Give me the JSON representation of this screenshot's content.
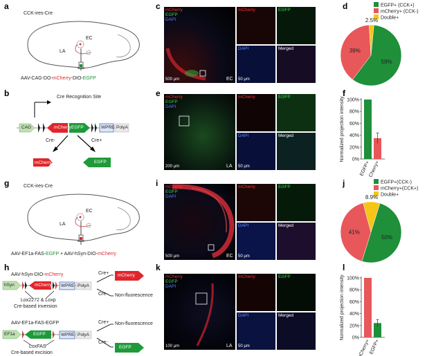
{
  "labels": {
    "a": "a",
    "b": "b",
    "c": "c",
    "d": "d",
    "e": "e",
    "f": "f",
    "g": "g",
    "h": "h",
    "i": "i",
    "j": "j",
    "k": "k",
    "l": "l"
  },
  "colors": {
    "green": "#1f8f3a",
    "red": "#e8575a",
    "yellow": "#f5c518",
    "mcherry": "#ff2a2a",
    "egfp": "#32e84a",
    "dapi": "#4a72ff"
  },
  "panel_a": {
    "mouse": "CCK-ires-Cre",
    "ec": "EC",
    "la": "LA",
    "virus_prefix": "AAV-CAG-DO-",
    "virus_mcherry": "mCherry",
    "virus_mid": "-DIO-",
    "virus_egfp": "EGFP"
  },
  "panel_b": {
    "site": "Cre Recognition Site",
    "cag": "CAG",
    "mcherry": "mCherry",
    "egfp": "EGFP",
    "wpre": "WPRE",
    "polya": "PolyA",
    "cre_minus": "Cre-",
    "cre_plus": "Cre+",
    "out_mcherry": "mCherry",
    "out_egfp": "EGFP"
  },
  "panel_c": {
    "ch_mcherry": "mCherry",
    "ch_egfp": "EGFP",
    "ch_dapi": "DAPI",
    "sub_mcherry": "mCherry",
    "sub_egfp": "EGFP",
    "sub_dapi": "DAPI",
    "sub_merged": "Merged",
    "scale_main": "500 µm",
    "scale_sub": "50 µm",
    "region": "EC"
  },
  "panel_e": {
    "ch_mcherry": "mCherry",
    "ch_egfp": "EGFP",
    "ch_dapi": "DAPI",
    "sub_mcherry": "mCherry",
    "sub_egfp": "EGFP",
    "sub_dapi": "DAPI",
    "sub_merged": "Merged",
    "scale_main": "200 µm",
    "scale_sub": "50 µm",
    "region": "LA"
  },
  "panel_g": {
    "mouse": "CCK-ires-Cre",
    "ec": "EC",
    "la": "LA",
    "v1": "AAV-EF1a-FAS-",
    "v1_egfp": "EGFP",
    "v2": " + AAV-hSyn-DIO-",
    "v2_mcherry": "mCherry"
  },
  "panel_h": {
    "c1_title": "AAV-hSyn-DIO-",
    "c1_title_red": "mCherry",
    "hsyn": "hSyn",
    "mcherry": "mCherry",
    "wpre": "WPRE",
    "polya": "PolyA",
    "c1_note1": "Lox2272 & Loxp",
    "c1_note2": "Cre-based inversion",
    "c1_plus": "Cre+",
    "c1_minus": "Cre-",
    "c1_out_plus": "mCherry",
    "c1_out_minus": "Non-fluorescence",
    "c2_title": "AAV-EF1a-FAS-EGFP",
    "ef1a": "EF1a",
    "egfp": "EGFP",
    "wpre2": "WPRE",
    "polya2": "PolyA",
    "c2_note1": "LoxFAS",
    "c2_note2": "Cre-based excision",
    "c2_plus": "Cre+",
    "c2_minus": "Cre-",
    "c2_out_plus": "Non-fluorescence",
    "c2_out_minus": "EGFP"
  },
  "panel_i": {
    "ch_mcherry": "mCherry",
    "ch_egfp": "EGFP",
    "ch_dapi": "DAPI",
    "sub_mcherry": "mCherry",
    "sub_egfp": "EGFP",
    "sub_dapi": "DAPI",
    "sub_merged": "Merged",
    "scale_main": "500 µm",
    "scale_sub": "50 µm",
    "region": "EC"
  },
  "panel_k": {
    "ch_mcherry": "mCherry",
    "ch_egfp": "EGFP",
    "ch_dapi": "DAPI",
    "sub_mcherry": "mCherry",
    "sub_egfp": "EGFP",
    "sub_dapi": "DAPI",
    "sub_merged": "Merged",
    "scale_main": "100 µm",
    "scale_sub": "50 µm",
    "region": "LA"
  },
  "chart_data": [
    {
      "id": "d",
      "type": "pie",
      "legend": [
        "EGFP+ (CCK+)",
        "mCherry+ (CCK-)",
        "Double+"
      ],
      "values": [
        59,
        39,
        2.5
      ],
      "labels": [
        "59%",
        "39%",
        "2.5%"
      ],
      "colors": [
        "#1f8f3a",
        "#e8575a",
        "#f5c518"
      ]
    },
    {
      "id": "f",
      "type": "bar",
      "categories": [
        "EGFP+",
        "mCherry+"
      ],
      "values": [
        100,
        35
      ],
      "errors": [
        0,
        9
      ],
      "ylabel": "Normalized projection intensity",
      "yticks": [
        "0%",
        "20%",
        "40%",
        "60%",
        "80%",
        "100%"
      ],
      "ylim": [
        0,
        100
      ],
      "colors": [
        "#1f8f3a",
        "#e8575a"
      ]
    },
    {
      "id": "j",
      "type": "pie",
      "legend": [
        "EGFP+(CCK-)",
        "mCherry+(CCK+)",
        "Double+"
      ],
      "values": [
        50,
        41,
        8.9
      ],
      "labels": [
        "50%",
        "41%",
        "8.9%"
      ],
      "colors": [
        "#1f8f3a",
        "#e8575a",
        "#f5c518"
      ]
    },
    {
      "id": "l",
      "type": "bar",
      "categories": [
        "mCherry+",
        "EGFP+"
      ],
      "values": [
        100,
        24
      ],
      "errors": [
        0,
        6
      ],
      "ylabel": "Normalized projection intensity",
      "yticks": [
        "0%",
        "20%",
        "40%",
        "60%",
        "80%",
        "100%"
      ],
      "ylim": [
        0,
        100
      ],
      "colors": [
        "#e8575a",
        "#1f8f3a"
      ]
    }
  ]
}
